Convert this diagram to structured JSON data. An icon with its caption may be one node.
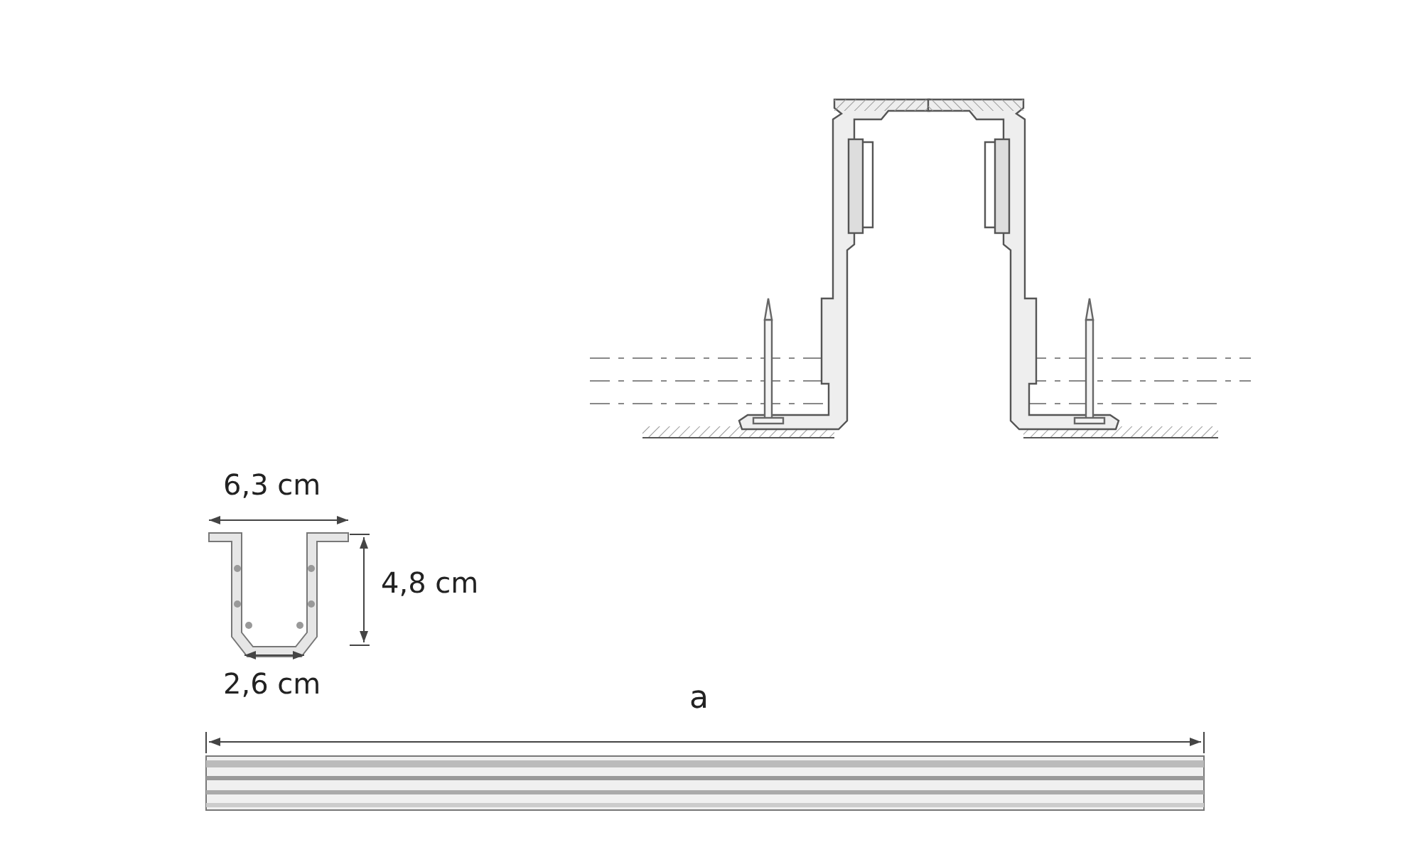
{
  "diagram": {
    "labels": [
      "6,3 cm",
      "4,8 cm",
      "2,6 cm",
      "a"
    ]
  }
}
